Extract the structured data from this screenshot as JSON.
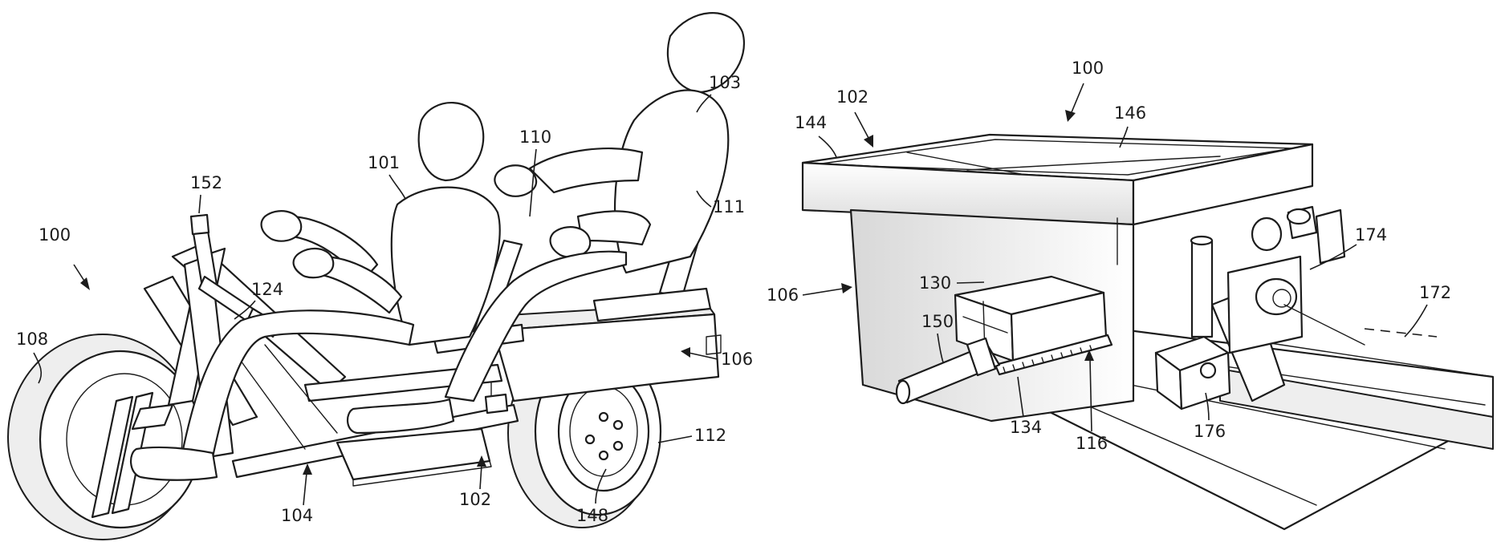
{
  "figure": {
    "left_view": {
      "labels": {
        "vehicle_overall": "100",
        "front_passenger": "101",
        "rear_passenger": "103",
        "seat_back": "111",
        "handlebar_tip": "152",
        "handlebar": "124",
        "center_post": "110",
        "front_wheel": "108",
        "frame": "104",
        "platform": "102",
        "battery_box": "106",
        "rear_wheel": "112",
        "hub": "148"
      }
    },
    "right_view": {
      "labels": {
        "vehicle_overall": "100",
        "platform": "102",
        "top_edge": "144",
        "top_panel": "146",
        "box_body": "106",
        "drawer": "130",
        "tube": "150",
        "rack": "134",
        "bracket": "116",
        "clamp": "176",
        "motor": "174",
        "rail": "172"
      }
    }
  }
}
